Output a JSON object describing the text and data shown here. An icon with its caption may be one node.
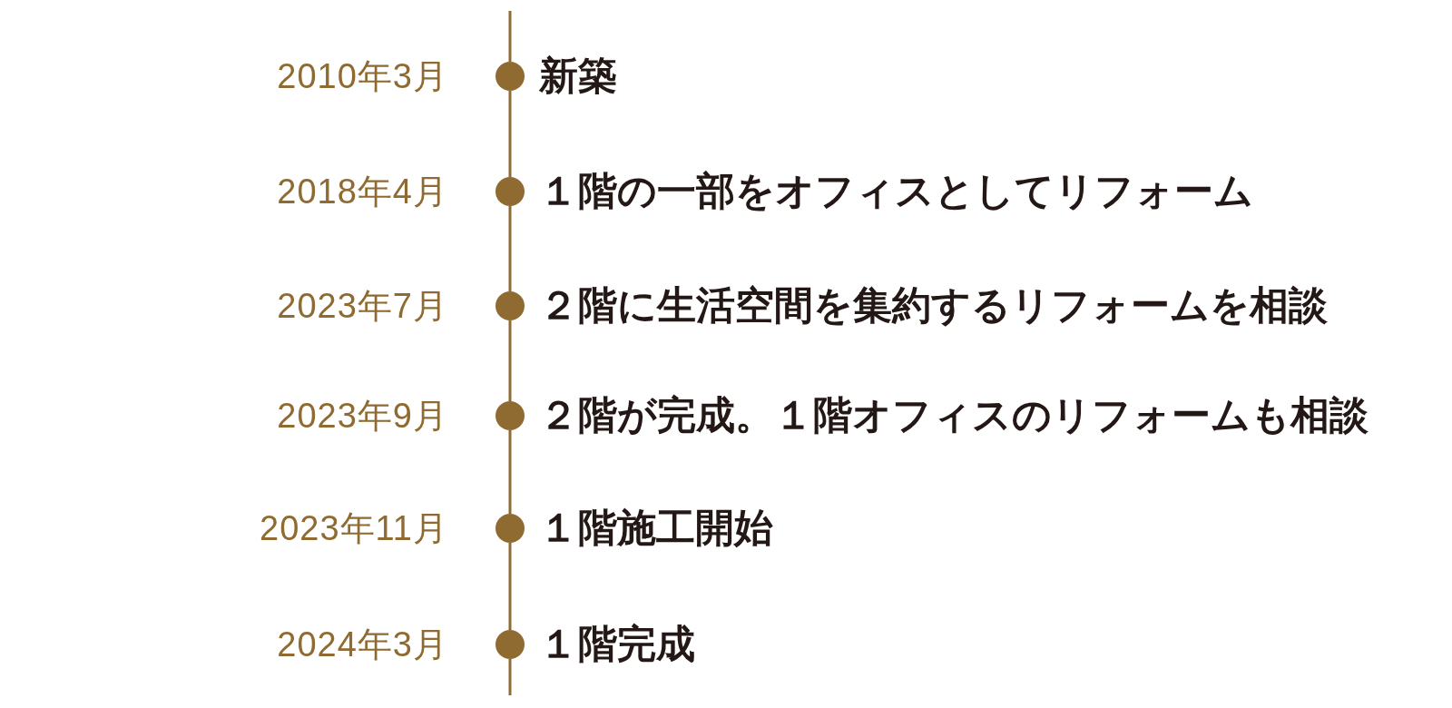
{
  "diagram": {
    "nodes": [
      {
        "text": [],
        "shape": "circle",
        "beside": [
          "2010年3月",
          "新築"
        ]
      },
      {
        "text": [],
        "shape": "circle",
        "beside": [
          "2018年4月",
          "１階の一部をオフィスとしてリフォーム"
        ]
      },
      {
        "text": [],
        "shape": "circle",
        "beside": [
          "2023年7月",
          "２階に生活空間を集約するリフォームを相談"
        ]
      },
      {
        "text": [],
        "shape": "circle",
        "beside": [
          "2023年9月",
          "２階が完成。１階オフィスのリフォームも相談"
        ]
      },
      {
        "text": [],
        "shape": "circle",
        "beside": [
          "2023年11月",
          "１階施工開始"
        ]
      },
      {
        "text": [],
        "shape": "circle",
        "beside": [
          "2024年3月",
          "１階完成"
        ]
      }
    ],
    "edges": [
      {
        "from": null,
        "to": 0,
        "arrow": "none"
      },
      {
        "from": 0,
        "to": 1,
        "arrow": "none"
      },
      {
        "from": 1,
        "to": 2,
        "arrow": "none"
      },
      {
        "from": 2,
        "to": 3,
        "arrow": "none"
      },
      {
        "from": 3,
        "to": 4,
        "arrow": "none"
      },
      {
        "from": 4,
        "to": 5,
        "arrow": "none"
      },
      {
        "from": 5,
        "to": null,
        "arrow": "none"
      }
    ]
  }
}
